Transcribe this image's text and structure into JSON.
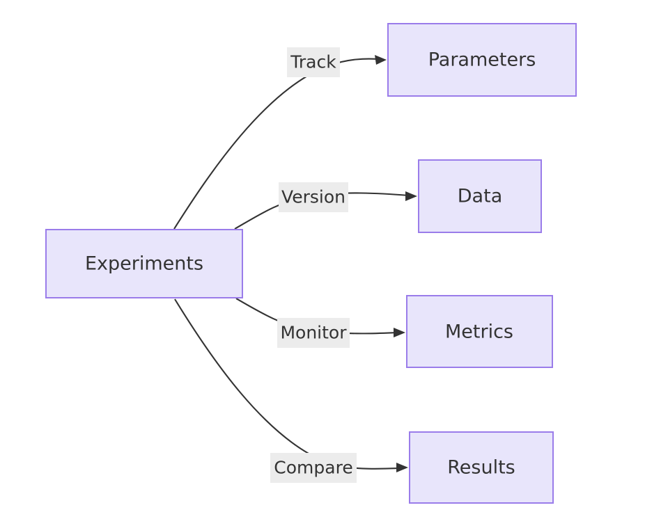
{
  "diagram": {
    "type": "flowchart",
    "direction": "left-to-right",
    "background_color": "#ffffff",
    "node_fill_color": "#e8e5fb",
    "node_border_color": "#9a7cea",
    "edge_color": "#333333",
    "label_background_color": "#ececec",
    "text_color": "#333333",
    "root": {
      "id": "experiments",
      "label": "Experiments"
    },
    "nodes": [
      {
        "id": "experiments",
        "label": "Experiments"
      },
      {
        "id": "parameters",
        "label": "Parameters"
      },
      {
        "id": "data",
        "label": "Data"
      },
      {
        "id": "metrics",
        "label": "Metrics"
      },
      {
        "id": "results",
        "label": "Results"
      }
    ],
    "edges": [
      {
        "from": "experiments",
        "to": "parameters",
        "label": "Track"
      },
      {
        "from": "experiments",
        "to": "data",
        "label": "Version"
      },
      {
        "from": "experiments",
        "to": "metrics",
        "label": "Monitor"
      },
      {
        "from": "experiments",
        "to": "results",
        "label": "Compare"
      }
    ]
  }
}
